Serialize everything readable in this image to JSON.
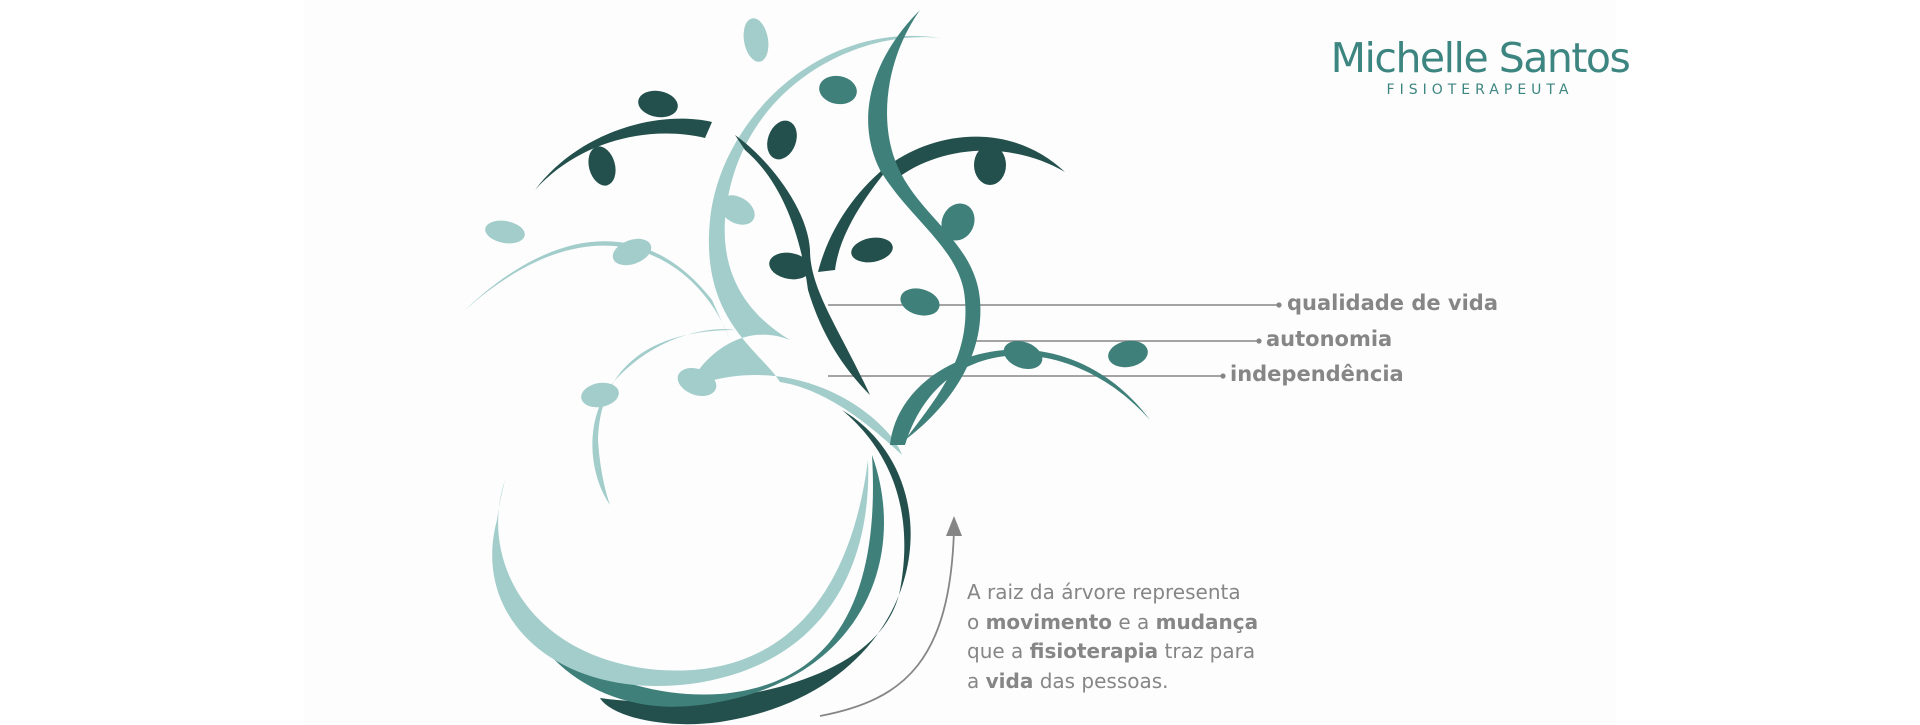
{
  "brand": {
    "name": "Michelle Santos",
    "subtitle": "FISIOTERAPEUTA"
  },
  "labels": [
    {
      "text": "qualidade de vida"
    },
    {
      "text": "autonomia"
    },
    {
      "text": "independência"
    }
  ],
  "caption": {
    "line1": "A raiz da árvore representa",
    "line2_a": "o ",
    "line2_b": "movimento",
    "line2_c": " e a ",
    "line2_d": "mudança",
    "line3_a": "que a ",
    "line3_b": "fisioterapia",
    "line3_c": " traz para",
    "line4_a": "a ",
    "line4_b": "vida",
    "line4_c": " das pessoas."
  },
  "colors": {
    "light": "#a2cdcb",
    "mid": "#3f807b",
    "dark": "#23504c",
    "text": "#868686",
    "brand": "#3d8580"
  }
}
